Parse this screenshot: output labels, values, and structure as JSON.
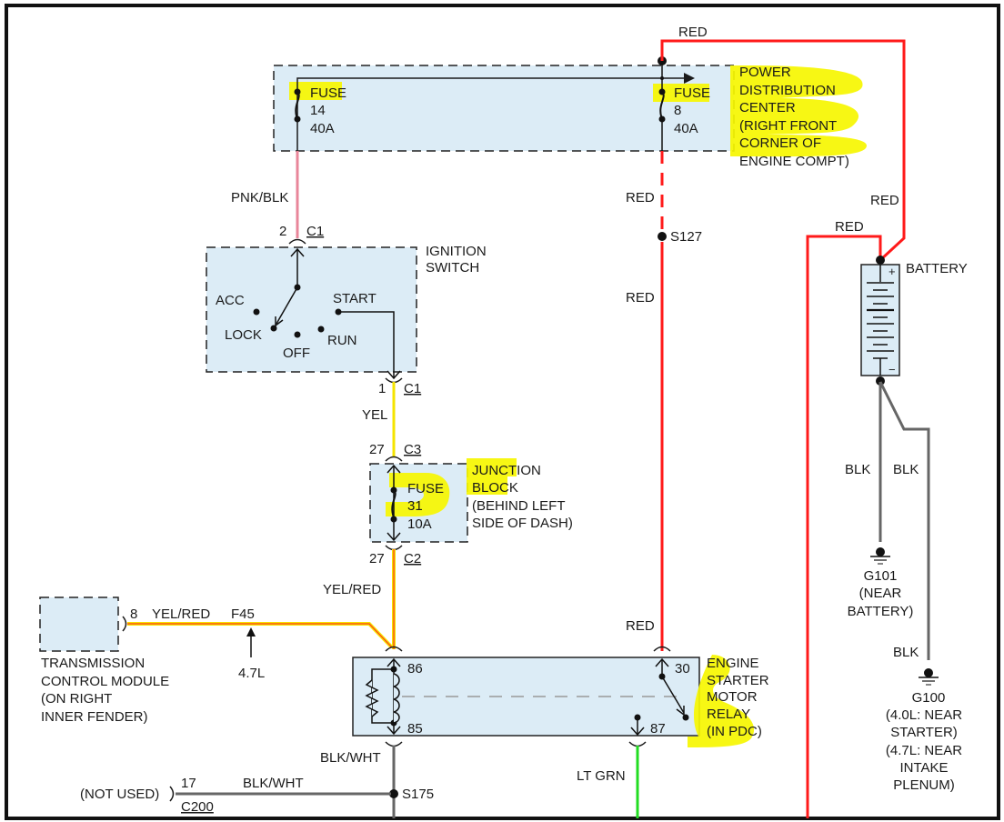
{
  "diagram": {
    "title": "Starting system wiring diagram",
    "colors": {
      "red_wire": "#ff1a1a",
      "pnk_blk_wire": "#e8869a",
      "yel_wire": "#f5e400",
      "yel_red_core": "#ff3b1a",
      "lt_grn_wire": "#22dd22",
      "blk_wire": "#666666",
      "component_fill": "#dcecf6",
      "highlight": "#f6f600"
    },
    "pdc": {
      "name_lines": [
        "POWER",
        "DISTRIBUTION",
        "CENTER",
        "(RIGHT FRONT",
        "CORNER OF",
        "ENGINE COMPT)"
      ],
      "fuse14": {
        "label": "FUSE",
        "number": "14",
        "rating": "40A"
      },
      "fuse8": {
        "label": "FUSE",
        "number": "8",
        "rating": "40A"
      }
    },
    "wires": {
      "top_red": "RED",
      "pnk_blk": "PNK/BLK",
      "red_below_pdc": "RED",
      "red_to_battery": "RED",
      "red_left_battery": "RED",
      "red_below_s127": "RED",
      "red_to_relay": "RED",
      "yel": "YEL",
      "yel_red": "YEL/RED",
      "yel_red_tcm": "YEL/RED",
      "tcm_circuit": "F45",
      "engine_note": "4.7L",
      "blk_wht_relay": "BLK/WHT",
      "blk_wht_c200": "BLK/WHT",
      "lt_grn": "LT GRN",
      "blk_g101": "BLK",
      "blk_g100_upper": "BLK",
      "blk_g100_lower": "BLK"
    },
    "splices": {
      "s127": "S127",
      "s175": "S175"
    },
    "ignition_switch": {
      "name_lines": [
        "IGNITION",
        "SWITCH"
      ],
      "top_pin": "2",
      "top_conn": "C1",
      "bottom_pin": "1",
      "bottom_conn": "C1",
      "positions": {
        "acc": "ACC",
        "lock": "LOCK",
        "off": "OFF",
        "run": "RUN",
        "start": "START"
      }
    },
    "junction_block": {
      "name_lines": [
        "JUNCTION",
        "BLOCK",
        "(BEHIND LEFT",
        "SIDE OF DASH)"
      ],
      "top_pin": "27",
      "top_conn": "C3",
      "bottom_pin": "27",
      "bottom_conn": "C2",
      "fuse": {
        "label": "FUSE",
        "number": "31",
        "rating": "10A"
      }
    },
    "tcm": {
      "name_lines": [
        "TRANSMISSION",
        "CONTROL MODULE",
        "(ON RIGHT",
        "INNER FENDER)"
      ],
      "pin": "8"
    },
    "relay": {
      "name_lines": [
        "ENGINE",
        "STARTER",
        "MOTOR",
        "RELAY",
        "(IN PDC)"
      ],
      "pins": {
        "p86": "86",
        "p85": "85",
        "p30": "30",
        "p87": "87"
      }
    },
    "battery": {
      "name": "BATTERY",
      "plus": "+",
      "minus": "−"
    },
    "grounds": {
      "g101": {
        "id": "G101",
        "lines": [
          "(NEAR",
          "BATTERY)"
        ]
      },
      "g100": {
        "id": "G100",
        "lines": [
          "(4.0L: NEAR",
          "STARTER)",
          "(4.7L: NEAR",
          "INTAKE",
          "PLENUM)"
        ]
      }
    },
    "c200": {
      "note": "(NOT USED)",
      "pin": "17",
      "conn": "C200"
    }
  }
}
